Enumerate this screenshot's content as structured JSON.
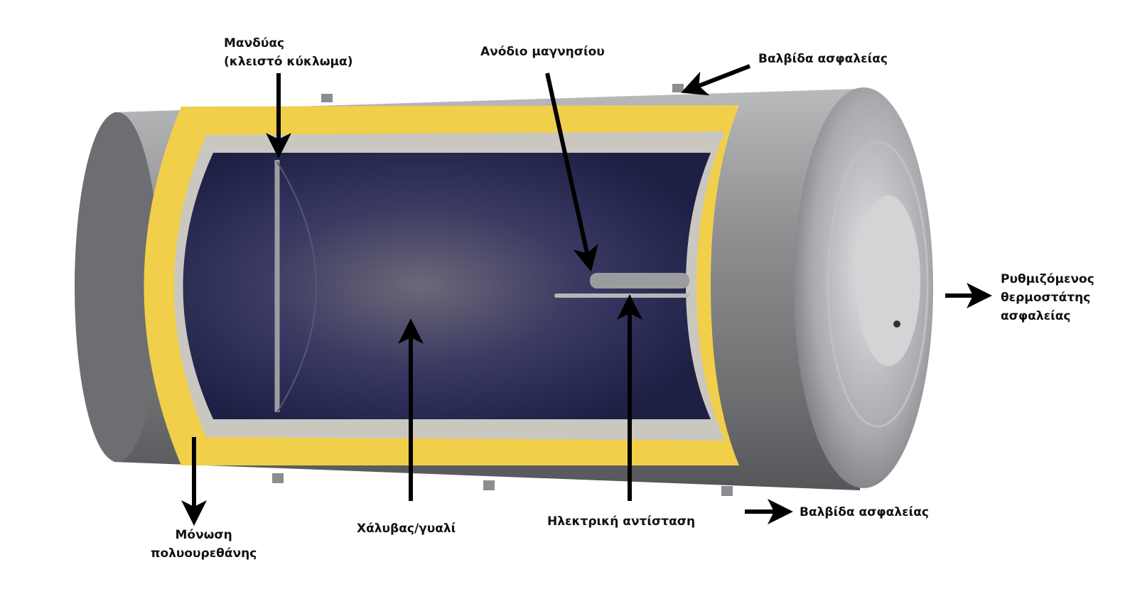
{
  "labels": {
    "jacket_line1": "Μανδύας",
    "jacket_line2": "(κλειστό κύκλωμα)",
    "anode": "Ανόδιο μαγνησίου",
    "safety_valve_top": "Βαλβίδα ασφαλείας",
    "thermostat_line1": "Ρυθμιζόμενος",
    "thermostat_line2": "θερμοστάτης",
    "thermostat_line3": "ασφαλείας",
    "safety_valve_bottom": "Βαλβίδα ασφαλείας",
    "heating_element": "Ηλεκτρική αντίσταση",
    "steel_glass": "Χάλυβας/γυαλί",
    "insulation_line1": "Μόνωση",
    "insulation_line2": "πολυουρεθάνης"
  },
  "colors": {
    "insulation": "#f2cf4a",
    "tank_interior": "#25264e",
    "shell": "#8e8f91",
    "arrow": "#000000"
  }
}
